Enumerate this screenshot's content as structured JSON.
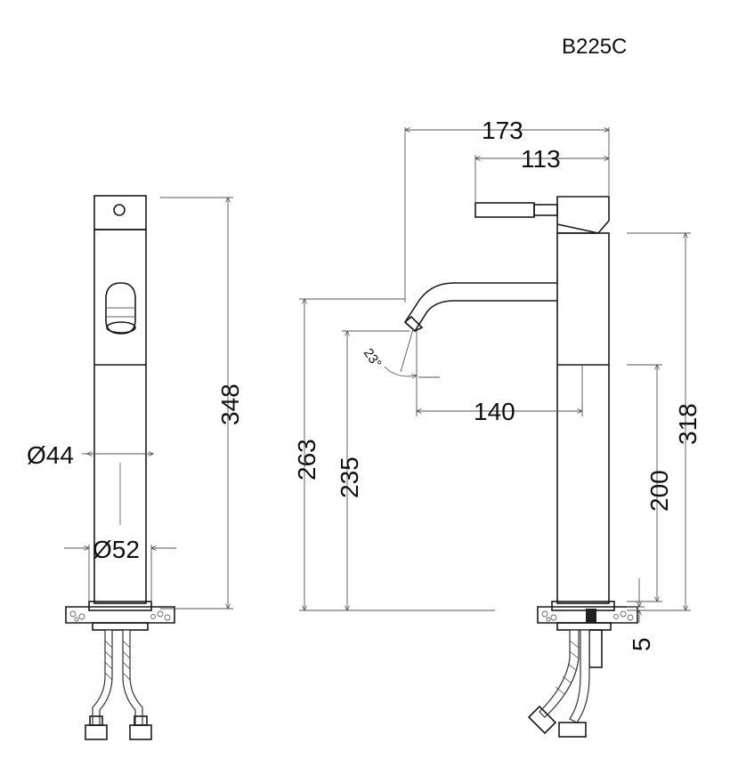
{
  "model": "B225C",
  "dimensions": {
    "total_width": "173",
    "lever_length": "113",
    "total_height_front": "348",
    "body_diameter": "Ø44",
    "base_diameter": "Ø52",
    "spout_height": "263",
    "outlet_height": "235",
    "spout_reach": "140",
    "body_height": "318",
    "lower_body": "200",
    "base_thickness": "5",
    "spout_angle": "23°"
  },
  "colors": {
    "line": "#1a1a1a",
    "dimension": "#555555"
  }
}
